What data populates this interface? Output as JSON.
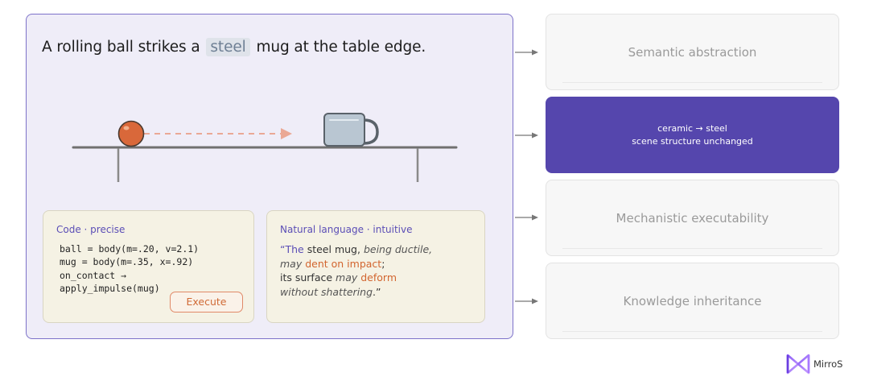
{
  "scene": {
    "caption_before": "A rolling ball strikes a ",
    "caption_highlight": "steel",
    "caption_after": " mug at the table edge."
  },
  "code_card": {
    "title": "Code · precise",
    "lines": [
      "ball = body(m=.20, v=2.1)",
      "mug = body(m=.35, x=.92)",
      "on_contact →",
      "apply_impulse(mug)"
    ],
    "execute_label": "Execute"
  },
  "nl_card": {
    "title": "Natural language · intuitive",
    "l1_quote": "“The",
    "l1_steel": " steel mug, ",
    "l1_em": "being ductile,",
    "l2_em": "may ",
    "l2_hl": "dent on impact",
    "l2_end": ";",
    "l3_a": "its surface ",
    "l3_em": "may ",
    "l3_hl": "deform",
    "l4_em": "without shattering",
    "l4_end": ".”"
  },
  "side_boxes": [
    {
      "label": "Semantic abstraction"
    },
    {
      "line1": "ceramic → steel",
      "line2": "scene structure unchanged"
    },
    {
      "label": "Mechanistic executability"
    },
    {
      "label": "Knowledge inheritance"
    }
  ],
  "logo": {
    "text": "MirroS"
  },
  "colors": {
    "accent": "#5546ad",
    "ball": "#d9683a",
    "mug": "#b9c6d2",
    "highlight_text": "#d2652f"
  }
}
